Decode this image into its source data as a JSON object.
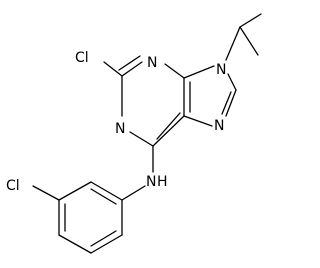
{
  "structure": {
    "atoms": {
      "cl_top": "Cl",
      "n_pyr_top": "N",
      "n_pyr_left": "N",
      "n_imid_9": "N",
      "n_imid_7": "N",
      "n_amine": "N",
      "h_amine": "H",
      "cl_bottom": "Cl"
    }
  }
}
